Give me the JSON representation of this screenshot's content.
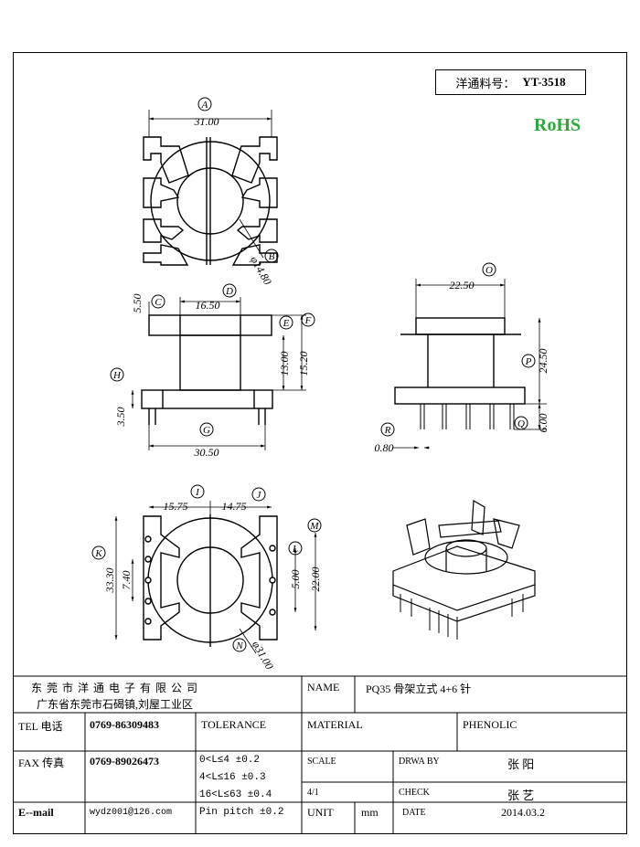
{
  "part_box": {
    "label": "洋通料号：",
    "part_number": "YT-3518"
  },
  "rohs": "RoHS",
  "dims": {
    "A": "A",
    "B": "B",
    "C": "C",
    "D": "D",
    "E": "E",
    "F": "F",
    "G": "G",
    "H": "H",
    "I": "I",
    "J": "J",
    "K": "K",
    "L": "L",
    "M": "M",
    "N": "N",
    "O": "O",
    "P": "P",
    "Q": "Q",
    "R": "R",
    "a_val": "31.00",
    "b_val": "φ14.80",
    "c_val": "5.50",
    "d_val": "16.50",
    "e_val": "13.00",
    "f_val": "15.20",
    "h_val": "3.50",
    "g_val": "30.50",
    "o_val": "22.50",
    "p_val": "24.50",
    "q_val": "6.00",
    "r_val": "0.80",
    "i_val": "15.75",
    "j_val": "14.75",
    "k_val": "33.30",
    "k2_val": "7.40",
    "l_val": "5.00",
    "m_val": "22.00",
    "n_val": "φ31.00"
  },
  "title_block": {
    "company": "东 莞 市 洋 通 电 子 有 限 公 司",
    "address": "广东省东莞市石碣镇,刘屋工业区",
    "name_label": "NAME",
    "name_value": "PQ35 骨架立式 4+6 针",
    "tel_label": "TEL 电话",
    "tel_value": "0769-86309483",
    "tolerance_label": "TOLERANCE",
    "material_label": "MATERIAL",
    "material_value": "PHENOLIC",
    "fax_label": "FAX 传真",
    "fax_value": "0769-89026473",
    "tol1": "0<L≤4   ±0.2",
    "tol2": "4<L≤16  ±0.3",
    "tol3": "16<L≤63  ±0.4",
    "tol4": "Pin pitch ±0.2",
    "scale_label": "SCALE",
    "scale_value": "4/1",
    "drawby_label": "DRWA BY",
    "drawby_value": "张 阳",
    "check_label": "CHECK",
    "check_value": "张 艺",
    "email_label": "E--mail",
    "email_value": "wydz001@126.com",
    "unit_label": "UNIT",
    "unit_value": "mm",
    "date_label": "DATE",
    "date_value": "2014.03.2"
  }
}
